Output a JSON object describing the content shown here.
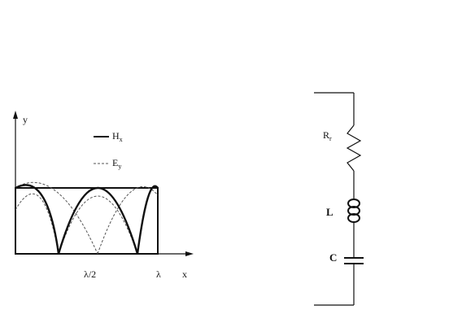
{
  "plot": {
    "y_label": "y",
    "x_label": "x",
    "legend": {
      "h_main": "H",
      "h_sub": "x",
      "e_main": "E",
      "e_sub": "y"
    },
    "tick_half": "λ/2",
    "tick_full": "λ"
  },
  "circuit": {
    "r_main": "R",
    "r_sub": "r",
    "l_label": "L",
    "c_label": "C"
  }
}
